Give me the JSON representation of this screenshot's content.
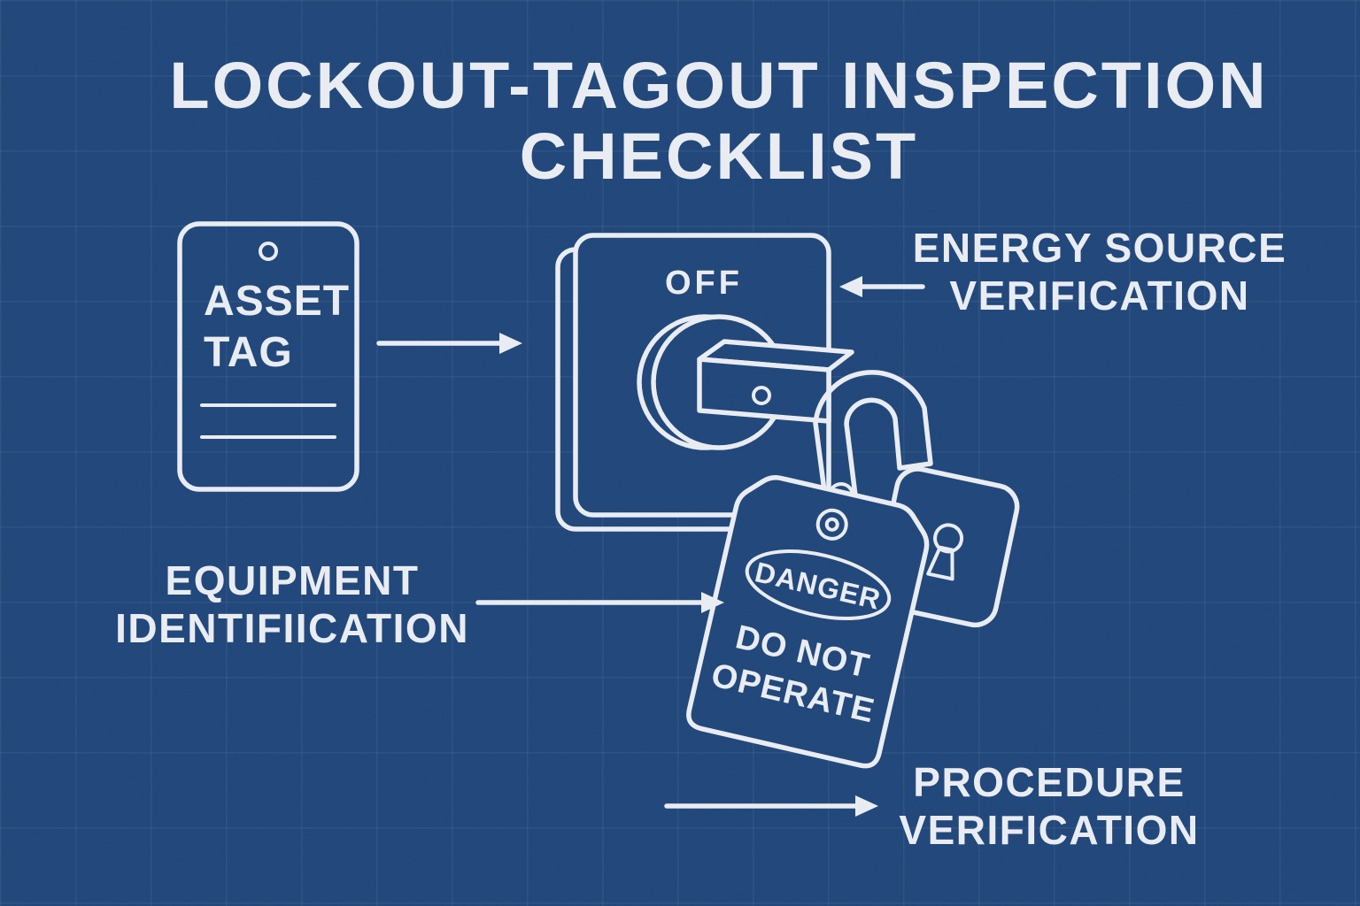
{
  "palette": {
    "bg": "#1d4478",
    "line": "#e8ecf2"
  },
  "title": {
    "line1": "LOCKOUT-TAGOUT INSPECTION",
    "line2": "CHECKLIST"
  },
  "asset_tag": {
    "line1": "ASSET",
    "line2": "TAG"
  },
  "switch": {
    "off_label": "OFF"
  },
  "danger_tag": {
    "header": "DANGER",
    "line1": "DO NOT",
    "line2": "OPERATE"
  },
  "callouts": {
    "energy": {
      "line1": "ENERGY SOURCE",
      "line2": "VERIFICATION"
    },
    "equipment": {
      "line1": "EQUIPMENT",
      "line2": "IDENTIFIICATION"
    },
    "procedure": {
      "line1": "PROCEDURE",
      "line2": "VERIFICATION"
    }
  }
}
